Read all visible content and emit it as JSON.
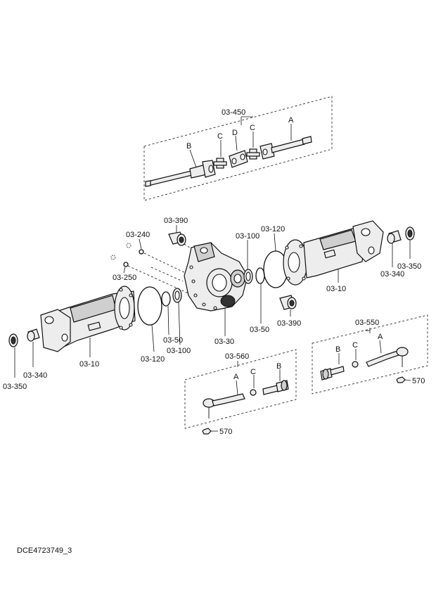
{
  "labels": {
    "asm_450": "03-450",
    "shaft_a": "A",
    "shaft_b": "B",
    "shaft_c1": "C",
    "shaft_c2": "C",
    "shaft_d": "D",
    "p390_top": "03-390",
    "p240": "03-240",
    "p250": "03-250",
    "p100_top": "03-100",
    "p120_top": "03-120",
    "p350_right": "03-350",
    "p340_right": "03-340",
    "p10_right": "03-10",
    "p390_bot": "03-390",
    "p50_right": "03-50",
    "p30": "03-30",
    "p50_left": "03-50",
    "p100_bot": "03-100",
    "p120_bot": "03-120",
    "p10_left": "03-10",
    "p340_left": "03-340",
    "p350_left": "03-350",
    "asm_550": "03-550",
    "r550_a": "A",
    "r550_b": "B",
    "r550_c": "C",
    "r550_570": "570",
    "asm_560": "03-560",
    "r560_a": "A",
    "r560_b": "B",
    "r560_c": "C",
    "r560_570": "570"
  },
  "drawing_code": "DCE4723749_3"
}
